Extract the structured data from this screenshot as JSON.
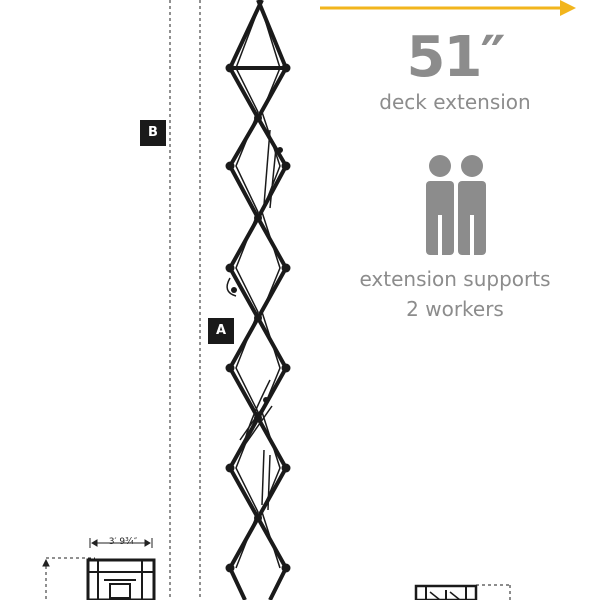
{
  "labels": {
    "a": "A",
    "b": "B"
  },
  "deck": {
    "value": "51″",
    "caption": "deck extension"
  },
  "workers": {
    "caption_line1": "extension supports",
    "caption_line2": "2 workers",
    "icon": "two-workers-icon"
  },
  "dimension": {
    "text": "3′ 9¾″"
  },
  "colors": {
    "accent_arrow": "#f2b51d",
    "text_gray": "#8c8c8c",
    "line": "#1a1a1a"
  }
}
